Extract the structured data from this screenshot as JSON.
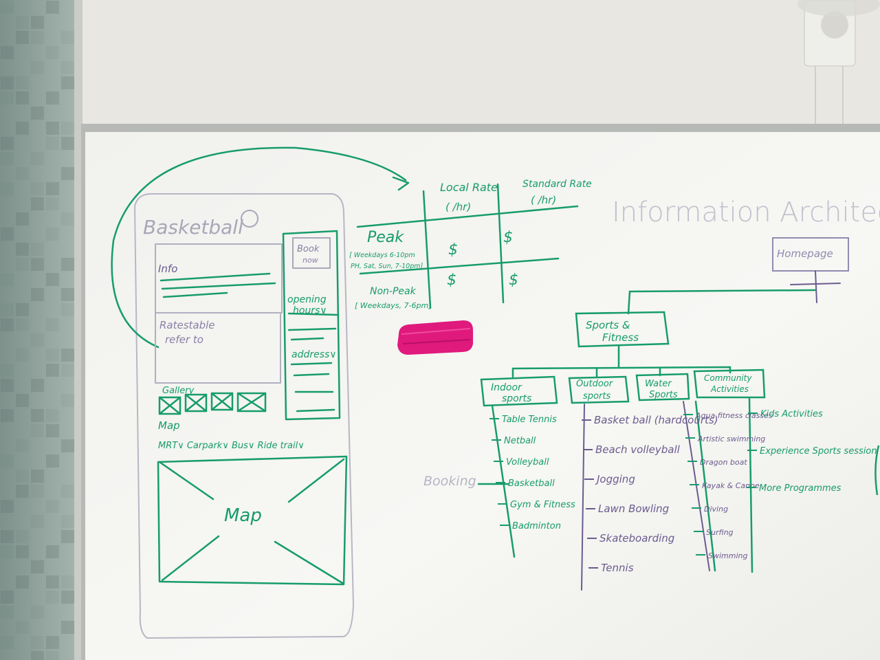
{
  "colors": {
    "wall": "#e9e7e1",
    "board": "#f6f6f3",
    "frame": "#b7b9b6",
    "marker_green": "#169c6b",
    "marker_purple": "#6b5b8e",
    "marker_faint": "#a9a6b8",
    "eraser": "#e0197d",
    "window": "#8fa29c"
  },
  "wireframe": {
    "title": "Basketball",
    "info_label": "Info",
    "rates_label_line1": "Ratestable",
    "rates_label_line2": "refer to",
    "gallery_label": "Gallery",
    "map_label_small": "Map",
    "transport": "MRT∨ Carpark∨ Bus∨ Ride trail∨",
    "map_placeholder": "Map",
    "book_line1": "Book",
    "book_line2": "now",
    "opening_line1": "opening",
    "opening_line2": "hours∨",
    "address": "address∨"
  },
  "rate_table": {
    "col1_line1": "Local Rate",
    "col1_line2": "( /hr)",
    "col2_line1": "Standard Rate",
    "col2_line2": "( /hr)",
    "peak": "Peak",
    "peak_note1": "[ Weekdays 6-10pm",
    "peak_note2": "PH, Sat, Sun, 7-10pm]",
    "nonpeak": "Non-Peak",
    "nonpeak_note": "[ Weekdays, 7-6pm]",
    "price_symbol": "$"
  },
  "ia": {
    "heading": "Information Architecture",
    "homepage": "Homepage",
    "sports_line1": "Sports &",
    "sports_line2": "Fitness",
    "indoor_line1": "Indoor",
    "indoor_line2": "sports",
    "outdoor_line1": "Outdoor",
    "outdoor_line2": "sports",
    "water_line1": "Water",
    "water_line2": "Sports",
    "community_line1": "Community",
    "community_line2": "Activities",
    "indoor_items": [
      "Table Tennis",
      "Netball",
      "Volleyball",
      "Basketball",
      "Gym & Fitness",
      "Badminton"
    ],
    "outdoor_items": [
      "Basket ball (hardcourts)",
      "Beach volleyball",
      "Jogging",
      "Lawn Bowling",
      "Skateboarding",
      "Tennis"
    ],
    "water_items": [
      "Aqua fitness classes",
      "Artistic swimming",
      "Dragon boat",
      "Kayak & Canoe",
      "Diving",
      "Surfing",
      "Swimming"
    ],
    "community_items": [
      "Kids Activities",
      "Experience Sports session",
      "More Programmes"
    ],
    "booking": "Booking"
  }
}
